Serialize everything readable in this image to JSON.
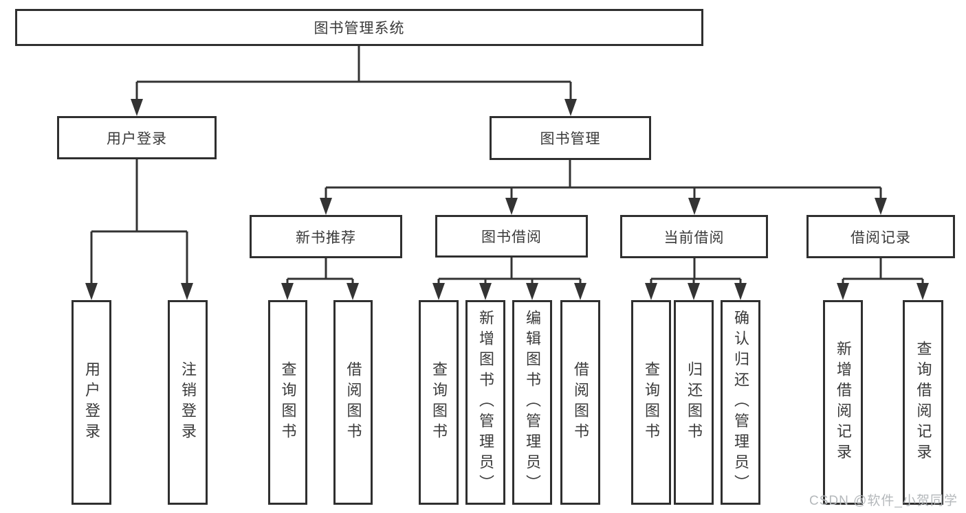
{
  "diagram": {
    "root": "图书管理系统",
    "branches": [
      {
        "label": "用户登录",
        "leaves": [
          "用户登录",
          "注销登录"
        ]
      },
      {
        "label": "图书管理",
        "children": [
          {
            "label": "新书推荐",
            "leaves": [
              "查询图书",
              "借阅图书"
            ]
          },
          {
            "label": "图书借阅",
            "leaves": [
              "查询图书",
              "新增图书（管理员）",
              "编辑图书（管理员）",
              "借阅图书"
            ]
          },
          {
            "label": "当前借阅",
            "leaves": [
              "查询图书",
              "归还图书",
              "确认归还（管理员）"
            ]
          },
          {
            "label": "借阅记录",
            "leaves": [
              "新增借阅记录",
              "查询借阅记录"
            ]
          }
        ]
      }
    ]
  },
  "watermark": {
    "text": "CSDN @软件_小贺同学"
  },
  "colors": {
    "line": "#333333",
    "box_border": "#2f2f2f",
    "text": "#3a3a3a",
    "watermark": "#b4b8bb",
    "background": "#ffffff"
  }
}
